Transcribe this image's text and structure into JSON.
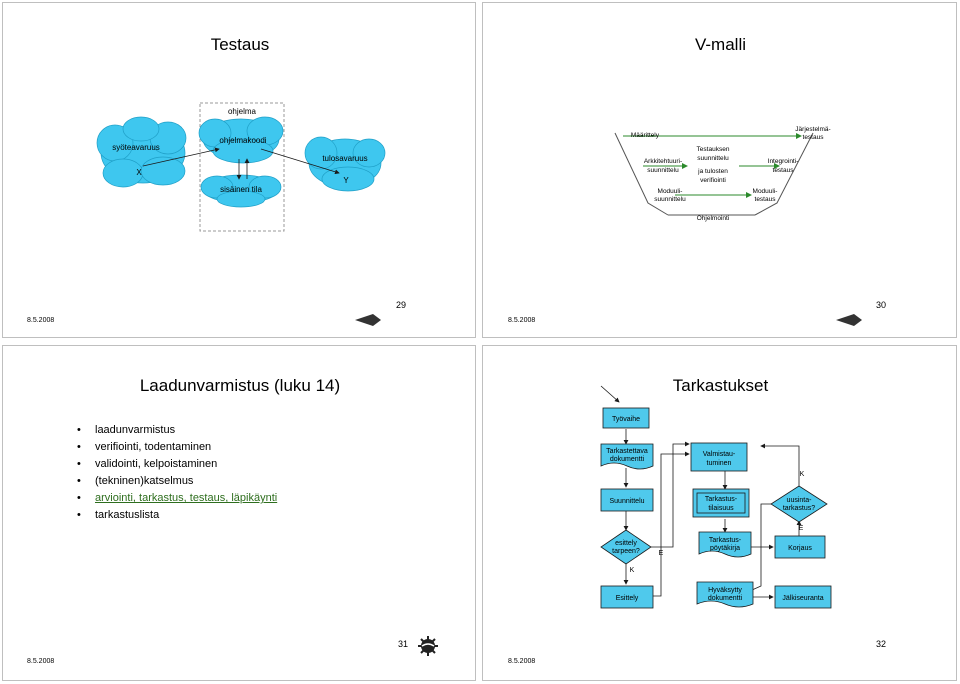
{
  "slides": [
    {
      "title": "Testaus",
      "date": "8.5.2008",
      "number": "29",
      "diagram": {
        "program": "ohjelma",
        "input_data": "syöteavaruus",
        "x": "X",
        "program_code": "ohjelmakoodi",
        "output_space": "tulosavaruus",
        "y": "Y",
        "internal_state": "sisäinen tila"
      }
    },
    {
      "title": "V-malli",
      "date": "8.5.2008",
      "number": "30",
      "labels": {
        "maarittely": "Määrittely",
        "arkkitehtuuri_1": "Arkkitehtuuri-",
        "arkkitehtuuri_2": "suunnittelu",
        "testauksen_1": "Testauksen",
        "testauksen_2": "suunnittelu",
        "testauksen_3": "ja tulosten",
        "testauksen_4": "verifiointi",
        "integrointi_1": "Integrointi-",
        "integrointi_2": "testaus",
        "jarjestelma_1": "Järjestelmä-",
        "jarjestelma_2": "testaus",
        "moduulisuun_1": "Moduuli-",
        "moduulisuun_2": "suunnittelu",
        "moduulites_1": "Moduuli-",
        "moduulites_2": "testaus",
        "ohjelmointi": "Ohjelmointi"
      }
    },
    {
      "title": "Laadunvarmistus (luku 14)",
      "date": "8.5.2008",
      "number": "31",
      "bullets": [
        "laadunvarmistus",
        "verifiointi, todentaminen",
        "validointi, kelpoistaminen",
        "(tekninen)katselmus",
        "arviointi, tarkastus, testaus, läpikäynti",
        "tarkastuslista"
      ]
    },
    {
      "title": "Tarkastukset",
      "date": "8.5.2008",
      "number": "32",
      "flow": {
        "tyovaihe": "Työvaihe",
        "tarkastettava_1": "Tarkastettava",
        "tarkastettava_2": "dokumentti",
        "valmistau_1": "Valmistau-",
        "valmistau_2": "tuminen",
        "suunnittelu": "Suunnittelu",
        "tilaisuus_1": "Tarkastus-",
        "tilaisuus_2": "tilaisuus",
        "uusinta_1": "uusinta-",
        "uusinta_2": "tarkastus?",
        "k": "K",
        "e": "E",
        "esittely_1": "esittely",
        "esittely_2": "tarpeen?",
        "poytakirja_1": "Tarkastus-",
        "poytakirja_2": "pöytäkirja",
        "korjaus": "Korjaus",
        "esittely": "Esittely",
        "hyvaksytty_1": "Hyväksytty",
        "hyvaksytty_2": "dokumentti",
        "jalkiseuranta": "Jälkiseuranta"
      }
    }
  ],
  "colors": {
    "cloud": "#3ec7ef",
    "cloud_edge": "#1f9fc7",
    "box_fill": "#4fc9ec",
    "slide_border": "#bfbfbf",
    "arrow": "#1a1a1a",
    "v_line": "#555555",
    "green_arrow": "#2b8a2b",
    "link": "#2e6e1e"
  }
}
